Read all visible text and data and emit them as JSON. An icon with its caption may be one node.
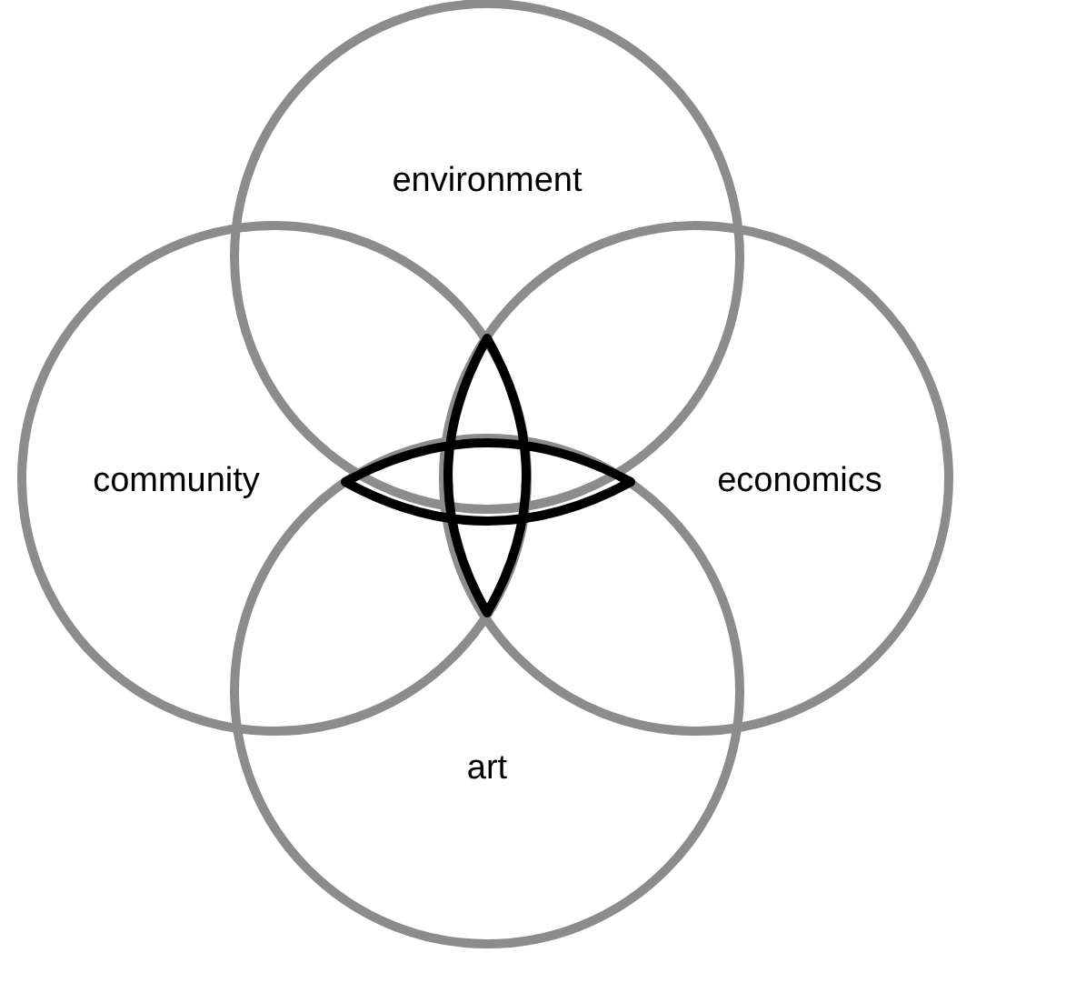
{
  "diagram": {
    "nodes": [
      {
        "text": [
          "environment"
        ]
      },
      {
        "text": [
          "community"
        ]
      },
      {
        "text": [
          "economics"
        ]
      },
      {
        "text": [
          "art"
        ]
      }
    ]
  }
}
